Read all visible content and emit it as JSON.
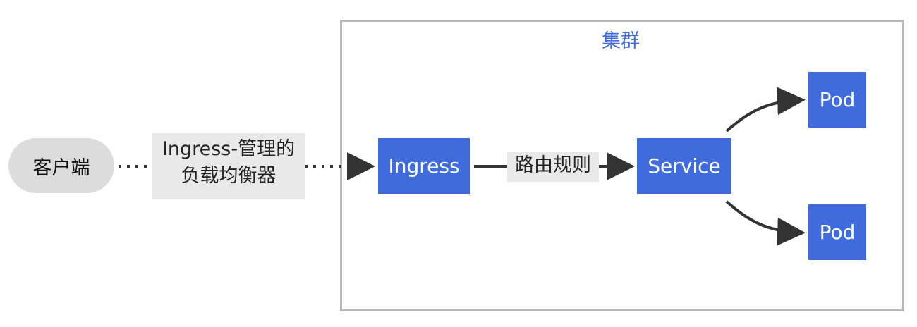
{
  "cluster": {
    "title": "集群"
  },
  "nodes": {
    "client": "客户端",
    "ingress": "Ingress",
    "service": "Service",
    "pod1": "Pod",
    "pod2": "Pod"
  },
  "edges": {
    "client_to_ingress_line1": "Ingress-管理的",
    "client_to_ingress_line2": "负载均衡器",
    "ingress_to_service": "路由规则"
  },
  "colors": {
    "node_fill": "#3f6bdc",
    "client_fill": "#dcdcdc",
    "cluster_border": "#b8b8b8",
    "label_bg": "#e9e9e9",
    "arrow": "#333333"
  }
}
